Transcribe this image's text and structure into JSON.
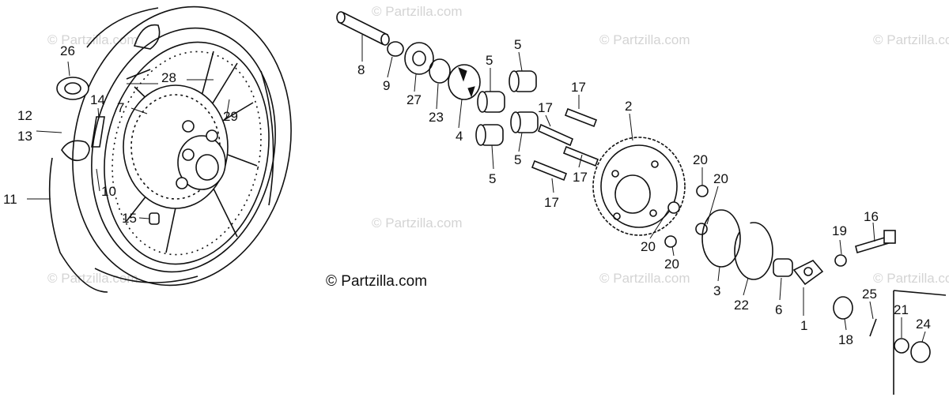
{
  "watermarks": [
    {
      "id": "wm-1",
      "text": "© Partzilla.com"
    },
    {
      "id": "wm-2",
      "text": "© Partzilla.com"
    },
    {
      "id": "wm-3",
      "text": "© Partzilla.com"
    },
    {
      "id": "wm-4",
      "text": "© Partzilla.com"
    },
    {
      "id": "wm-5",
      "text": "© Partzilla.com"
    },
    {
      "id": "wm-6",
      "text": "© Partzilla.com"
    },
    {
      "id": "wm-7",
      "text": "© Partzilla.com"
    },
    {
      "id": "wm-8",
      "text": "© Partzilla.com"
    }
  ],
  "credit": "© Partzilla.com",
  "callouts": {
    "c26": "26",
    "c28": "28",
    "c7": "7",
    "c29": "29",
    "c12": "12",
    "c13": "13",
    "c14": "14",
    "c11": "11",
    "c10": "10",
    "c15": "15",
    "c8": "8",
    "c9": "9",
    "c27": "27",
    "c23": "23",
    "c4": "4",
    "c5a": "5",
    "c5b": "5",
    "c5c": "5",
    "c5d": "5",
    "c17a": "17",
    "c17b": "17",
    "c17c": "17",
    "c17d": "17",
    "c2": "2",
    "c20a": "20",
    "c20b": "20",
    "c20c": "20",
    "c20d": "20",
    "c3": "3",
    "c22": "22",
    "c6": "6",
    "c1": "1",
    "c19": "19",
    "c16": "16",
    "c25": "25",
    "c18": "18",
    "c21": "21",
    "c24": "24"
  }
}
